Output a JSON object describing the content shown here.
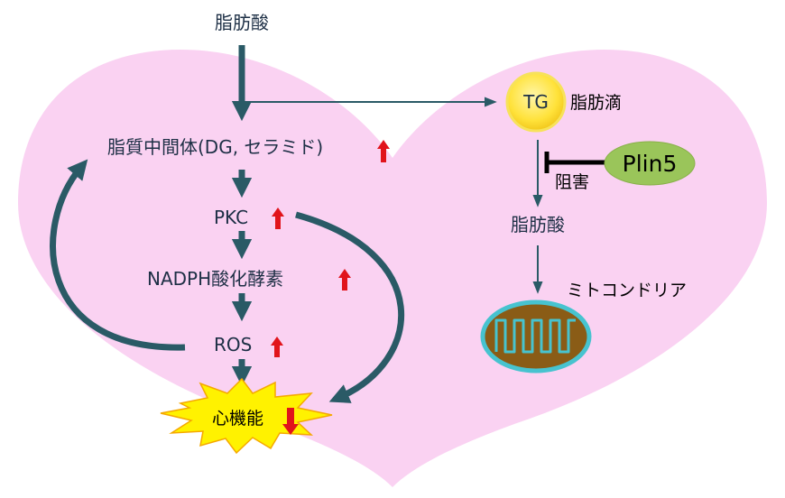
{
  "nodes": {
    "fatty_acid_top": "脂肪酸",
    "lipid_intermediate": "脂質中間体(DG, セラミド)",
    "pkc": "PKC",
    "nadph": "NADPH酸化酵素",
    "ros": "ROS",
    "cardiac_function": "心機能",
    "tg": "TG",
    "lipid_droplet": "脂肪滴",
    "plin5": "Plin5",
    "inhibition": "阻害",
    "fatty_acid_right": "脂肪酸",
    "mitochondria": "ミトコンドリア"
  },
  "colors": {
    "heart": "#fad2f2",
    "arrow": "#2a5a66",
    "up_arrow": "#e1141b",
    "starburst": "#fff200",
    "tg_fill": "#ffe23a",
    "plin5_fill": "#9ac55a",
    "mito_fill": "#8a5c16",
    "mito_outline": "#47c3cf"
  }
}
